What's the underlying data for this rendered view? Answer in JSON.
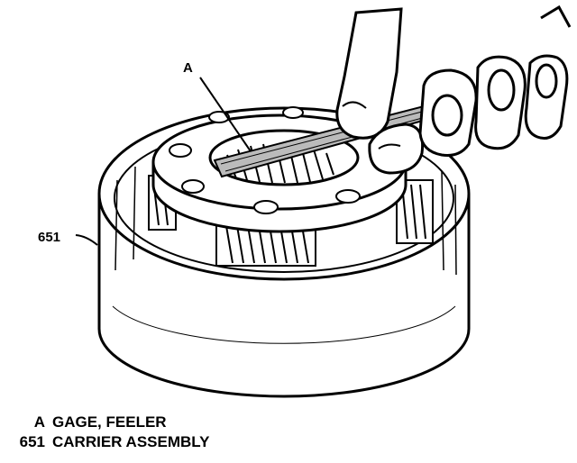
{
  "callouts": [
    {
      "id": "A",
      "label": "A"
    },
    {
      "id": "651",
      "label": "651"
    }
  ],
  "legend": [
    {
      "key": "A",
      "text": "GAGE, FEELER"
    },
    {
      "key": "651",
      "text": "CARRIER ASSEMBLY"
    }
  ]
}
